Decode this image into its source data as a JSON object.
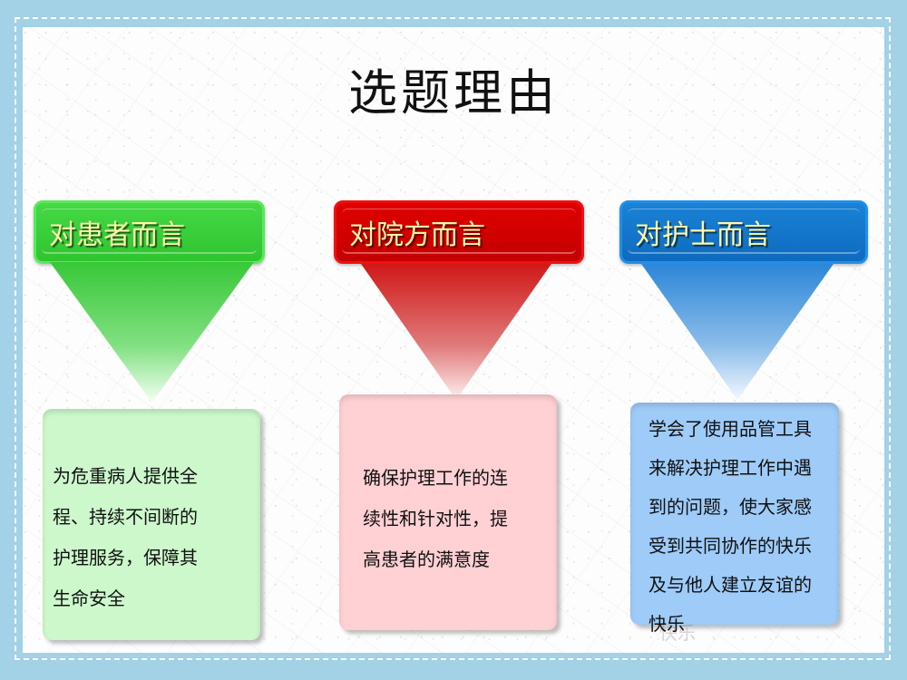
{
  "slide": {
    "title": "选题理由",
    "colors": {
      "frame": "#a3d1e6",
      "green": "#2fc52f",
      "red": "#d00000",
      "blue": "#1276cc"
    },
    "columns": [
      {
        "heading": "对患者而言",
        "color": "green",
        "lines": [
          "为危重病人提供全",
          "程、持续不间断的",
          "护理服务，保障其",
          "生命安全"
        ]
      },
      {
        "heading": "对院方而言",
        "color": "red",
        "lines": [
          "确保护理工作的连",
          "续性和针对性，提",
          "高患者的满意度"
        ]
      },
      {
        "heading": "对护士而言",
        "color": "blue",
        "lines": [
          "学会了使用品管工具",
          "来解决护理工作中遇",
          "到的问题，使大家感",
          "受到共同协作的快乐",
          "及与他人建立友谊的",
          "快乐"
        ]
      }
    ]
  }
}
